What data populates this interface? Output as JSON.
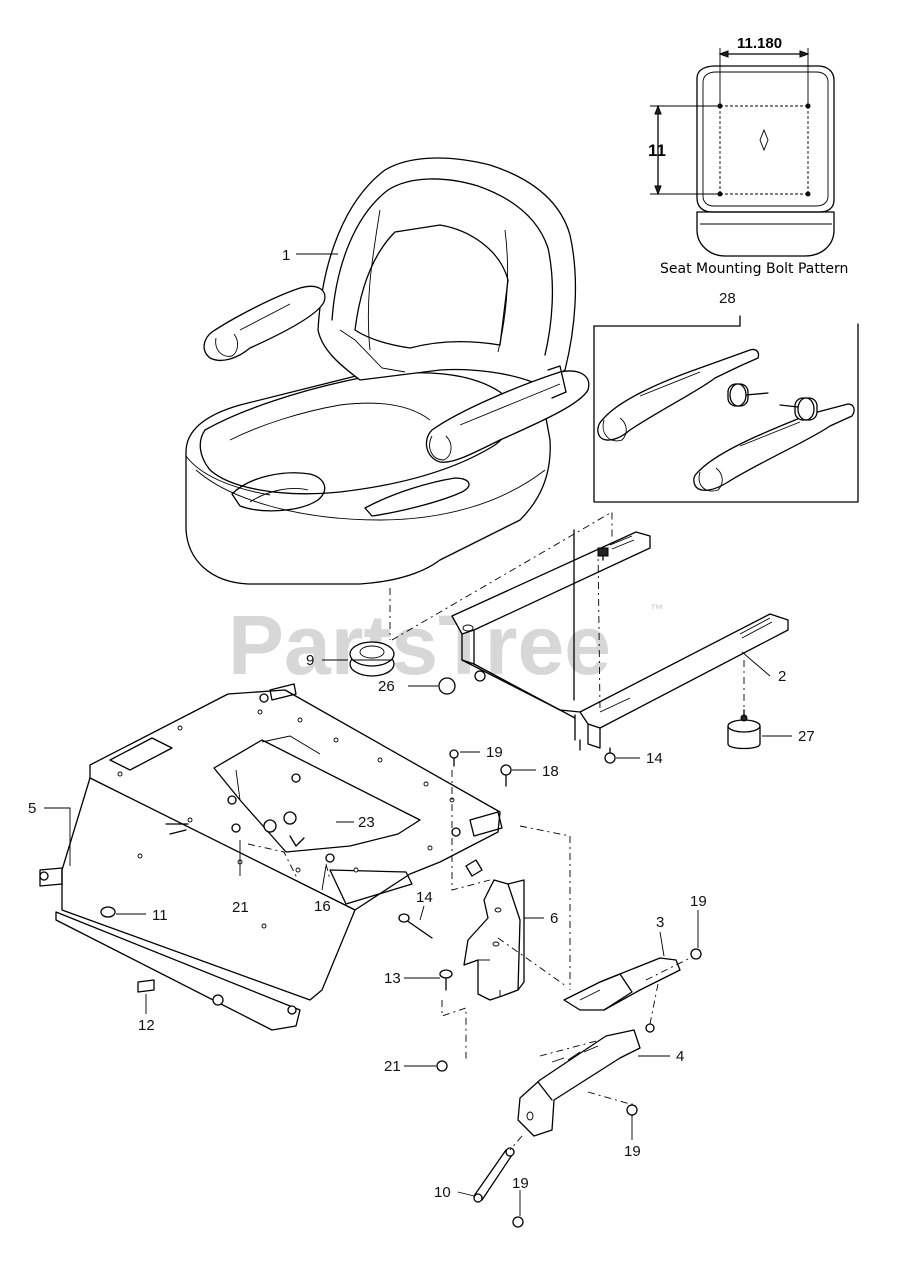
{
  "watermark": {
    "text": "PartsTree",
    "tm": "™"
  },
  "bolt_pattern": {
    "width_label": "11.180",
    "height_label": "11",
    "caption": "Seat Mounting Bolt Pattern"
  },
  "callouts": [
    {
      "id": "c1",
      "label": "1"
    },
    {
      "id": "c2",
      "label": "2"
    },
    {
      "id": "c3",
      "label": "3"
    },
    {
      "id": "c4",
      "label": "4"
    },
    {
      "id": "c5",
      "label": "5"
    },
    {
      "id": "c6",
      "label": "6"
    },
    {
      "id": "c9",
      "label": "9"
    },
    {
      "id": "c10",
      "label": "10"
    },
    {
      "id": "c11",
      "label": "11"
    },
    {
      "id": "c12",
      "label": "12"
    },
    {
      "id": "c13",
      "label": "13"
    },
    {
      "id": "c14a",
      "label": "14"
    },
    {
      "id": "c14b",
      "label": "14"
    },
    {
      "id": "c16",
      "label": "16"
    },
    {
      "id": "c18",
      "label": "18"
    },
    {
      "id": "c19a",
      "label": "19"
    },
    {
      "id": "c19b",
      "label": "19"
    },
    {
      "id": "c19c",
      "label": "19"
    },
    {
      "id": "c19d",
      "label": "19"
    },
    {
      "id": "c21a",
      "label": "21"
    },
    {
      "id": "c21b",
      "label": "21"
    },
    {
      "id": "c23",
      "label": "23"
    },
    {
      "id": "c26",
      "label": "26"
    },
    {
      "id": "c27",
      "label": "27"
    },
    {
      "id": "c28",
      "label": "28"
    }
  ]
}
